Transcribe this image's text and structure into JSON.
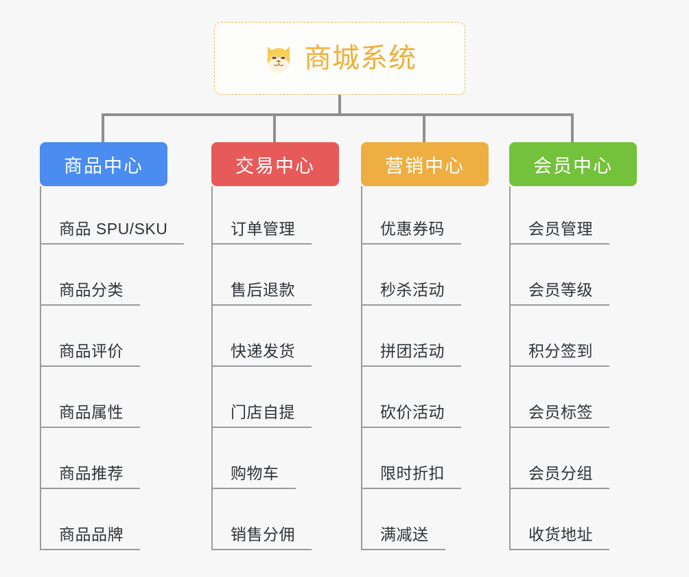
{
  "page": {
    "background_color": "#f7f7f7",
    "type": "mind-map"
  },
  "root": {
    "title": "商城系统",
    "icon": "shiba-dog-face-emoji",
    "text_color": "#f0b03a",
    "border_color": "#e8b960"
  },
  "categories": [
    {
      "label": "商品中心",
      "color": "#4a8cf0",
      "items": [
        "商品 SPU/SKU",
        "商品分类",
        "商品评价",
        "商品属性",
        "商品推荐",
        "商品品牌"
      ]
    },
    {
      "label": "交易中心",
      "color": "#e65a59",
      "items": [
        "订单管理",
        "售后退款",
        "快递发货",
        "门店自提",
        "购物车",
        "销售分佣"
      ]
    },
    {
      "label": "营销中心",
      "color": "#eeae42",
      "items": [
        "优惠券码",
        "秒杀活动",
        "拼团活动",
        "砍价活动",
        "限时折扣",
        "满减送"
      ]
    },
    {
      "label": "会员中心",
      "color": "#74c13c",
      "items": [
        "会员管理",
        "会员等级",
        "积分签到",
        "会员标签",
        "会员分组",
        "收货地址"
      ]
    }
  ],
  "connector_color": "#8f8f8f"
}
